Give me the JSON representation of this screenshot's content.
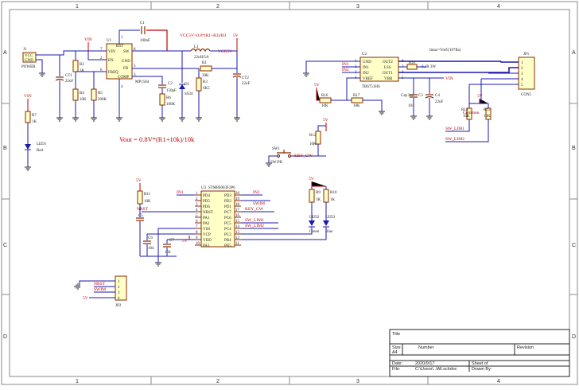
{
  "frame": {
    "columns": [
      "1",
      "2",
      "3",
      "4"
    ],
    "rows": [
      "A",
      "B",
      "C",
      "D"
    ]
  },
  "power_input": {
    "designator": "J1",
    "pins": [
      "VCC",
      "GND"
    ],
    "name": "POWER"
  },
  "buck": {
    "designator": "U1",
    "part": "MP1584",
    "pins_left": [
      "VIN",
      "EN",
      "FREQ"
    ],
    "pins_right": [
      "SW",
      "FB",
      "COMP"
    ],
    "pins_top": [
      "BST"
    ],
    "pins_mid": [
      "GND"
    ],
    "pin_numbers_left": [
      "7",
      "2",
      "6"
    ],
    "pin_numbers_right": [
      "8",
      "5",
      "3"
    ],
    "pin_numbers_top": [
      "1"
    ],
    "pin_numbers_bottom": [
      "4"
    ],
    "boot_cap": {
      "designator": "C1",
      "value": "100nF"
    },
    "inductor": {
      "designator": "L1",
      "value": "22uH/5A"
    },
    "diode": {
      "designator": "D1",
      "value": "SS34"
    },
    "comp_cap": {
      "designator": "C2",
      "value": "150pF"
    },
    "comp_res": {
      "designator": "R6",
      "value": "100K"
    },
    "r1": {
      "designator": "R1",
      "value": "39K"
    },
    "r2": {
      "designator": "R2",
      "value": "3K"
    },
    "r3": {
      "designator": "R3",
      "value": "6K5"
    },
    "r4": {
      "designator": "R4",
      "value": "10K"
    },
    "r5": {
      "designator": "R5",
      "value": "200K"
    },
    "c_in": {
      "designator": "CT1",
      "value": "22uF"
    },
    "c_out": {
      "designator": "CT2",
      "value": "22uF"
    },
    "formula_top": "VCC5V=0.8*(R1+R3)/R3",
    "formula": "Vout = 0.8V*(R1+10k)/10k",
    "net_vin": "VIN",
    "net_5v": "5V",
    "net_vcc5v": "VCC5V"
  },
  "led1": {
    "net": "VIN",
    "resistor": {
      "designator": "R7",
      "value": "1K"
    },
    "designator": "LED1",
    "color": "Red"
  },
  "driver": {
    "designator": "U2",
    "part": "TB6751HS",
    "pins_left": [
      "GND",
      "IN1",
      "IN2",
      "VREF"
    ],
    "pins_right": [
      "OUT2",
      "LSS",
      "OUT1",
      "VBB"
    ],
    "pin_numbers_left": [
      "1",
      "2",
      "3",
      "4"
    ],
    "pin_numbers_right": [
      "8",
      "7",
      "6",
      "5"
    ],
    "net_in1": "IN1",
    "net_in2": "IN2",
    "sense_res": {
      "designator": "RS1",
      "value": "0.1R 3W"
    },
    "imax": "Imax=Vref/(10*Rs)",
    "net_vin": "VIN",
    "r16": {
      "designator": "R16",
      "value": "10K"
    },
    "r17": {
      "designator": "R17",
      "value": "10K"
    },
    "net_5v": "5V",
    "cap_cx": "Cap Ind",
    "c3": {
      "designator": "C3",
      "value": "104"
    },
    "c4": {
      "designator": "C4",
      "value": "22uF"
    }
  },
  "connector_motor": {
    "designator": "JP1",
    "name": "CON5",
    "pins": [
      "1",
      "2",
      "3",
      "4",
      "5"
    ],
    "r14": {
      "designator": "R14",
      "value": "10K"
    },
    "r15": {
      "designator": "R15",
      "value": "10K"
    },
    "net_5v": "5V",
    "common_label": "Common",
    "net_lim1": "SW_LIM1",
    "net_lim2": "SW_LIM2"
  },
  "button": {
    "designator": "SW1",
    "name": "SW-PB",
    "net": "KEY_CW",
    "resistor": {
      "designator": "R12",
      "value": "10K"
    },
    "net_5v": "5V"
  },
  "mcu": {
    "designator": "U3",
    "part": "STM8S003F3P6",
    "pins_left": [
      "PD4",
      "PD5",
      "PD6",
      "NRST",
      "PA1",
      "PA2",
      "VSS",
      "VCP",
      "VDD",
      "PA3"
    ],
    "pins_right": [
      "PD3",
      "PD2",
      "PD1",
      "PC7",
      "PC6",
      "PC5",
      "PC4",
      "PC3",
      "PB4",
      "PB5"
    ],
    "pin_numbers_left": [
      "1",
      "2",
      "3",
      "4",
      "5",
      "6",
      "7",
      "8",
      "9",
      "10"
    ],
    "pin_numbers_right": [
      "20",
      "19",
      "18",
      "17",
      "16",
      "15",
      "14",
      "13",
      "12",
      "11"
    ],
    "net_in1": "IN1",
    "net_in2": "IN2",
    "net_swim": "SWIM",
    "net_key": "KEY_CW",
    "net_lim1": "SW_LIM1",
    "net_lim2": "SW_LIM2",
    "net_nrst": "NRST",
    "net_5v": "5V",
    "r11": {
      "designator": "R11",
      "value": "10K"
    },
    "c5": {
      "designator": "C5",
      "value": ""
    },
    "c6": {
      "designator": "C6",
      "value": "104"
    },
    "c7": {
      "designator": "C7",
      "value": "104"
    },
    "r9": {
      "designator": "R9",
      "value": "1K"
    },
    "r10": {
      "designator": "R10",
      "value": "1K"
    },
    "led2": {
      "designator": "LED2",
      "color": "Green"
    },
    "led3": {
      "designator": "LED3",
      "color": "Blue"
    }
  },
  "swim_header": {
    "designator": "JP2",
    "pins": [
      "1",
      "2",
      "3",
      "4"
    ],
    "net_nrst": "NRST",
    "net_swim": "SWIM",
    "net_5v": "5V"
  },
  "title_block": {
    "title_label": "Title",
    "size_label": "Size",
    "size": "A4",
    "number_label": "Number",
    "revision_label": "Revision",
    "date_label": "Date:",
    "date": "2020/9/17",
    "sheet_label": "Sheet of",
    "file_label": "File:",
    "file": "C:\\Users\\..\\All.schdoc",
    "drawn_label": "Drawn By:"
  },
  "colors": {
    "wire": "#1a1ab0",
    "power_wire": "#c00000",
    "component": "#8a2a00",
    "ic_fill": "#ffffc8"
  }
}
